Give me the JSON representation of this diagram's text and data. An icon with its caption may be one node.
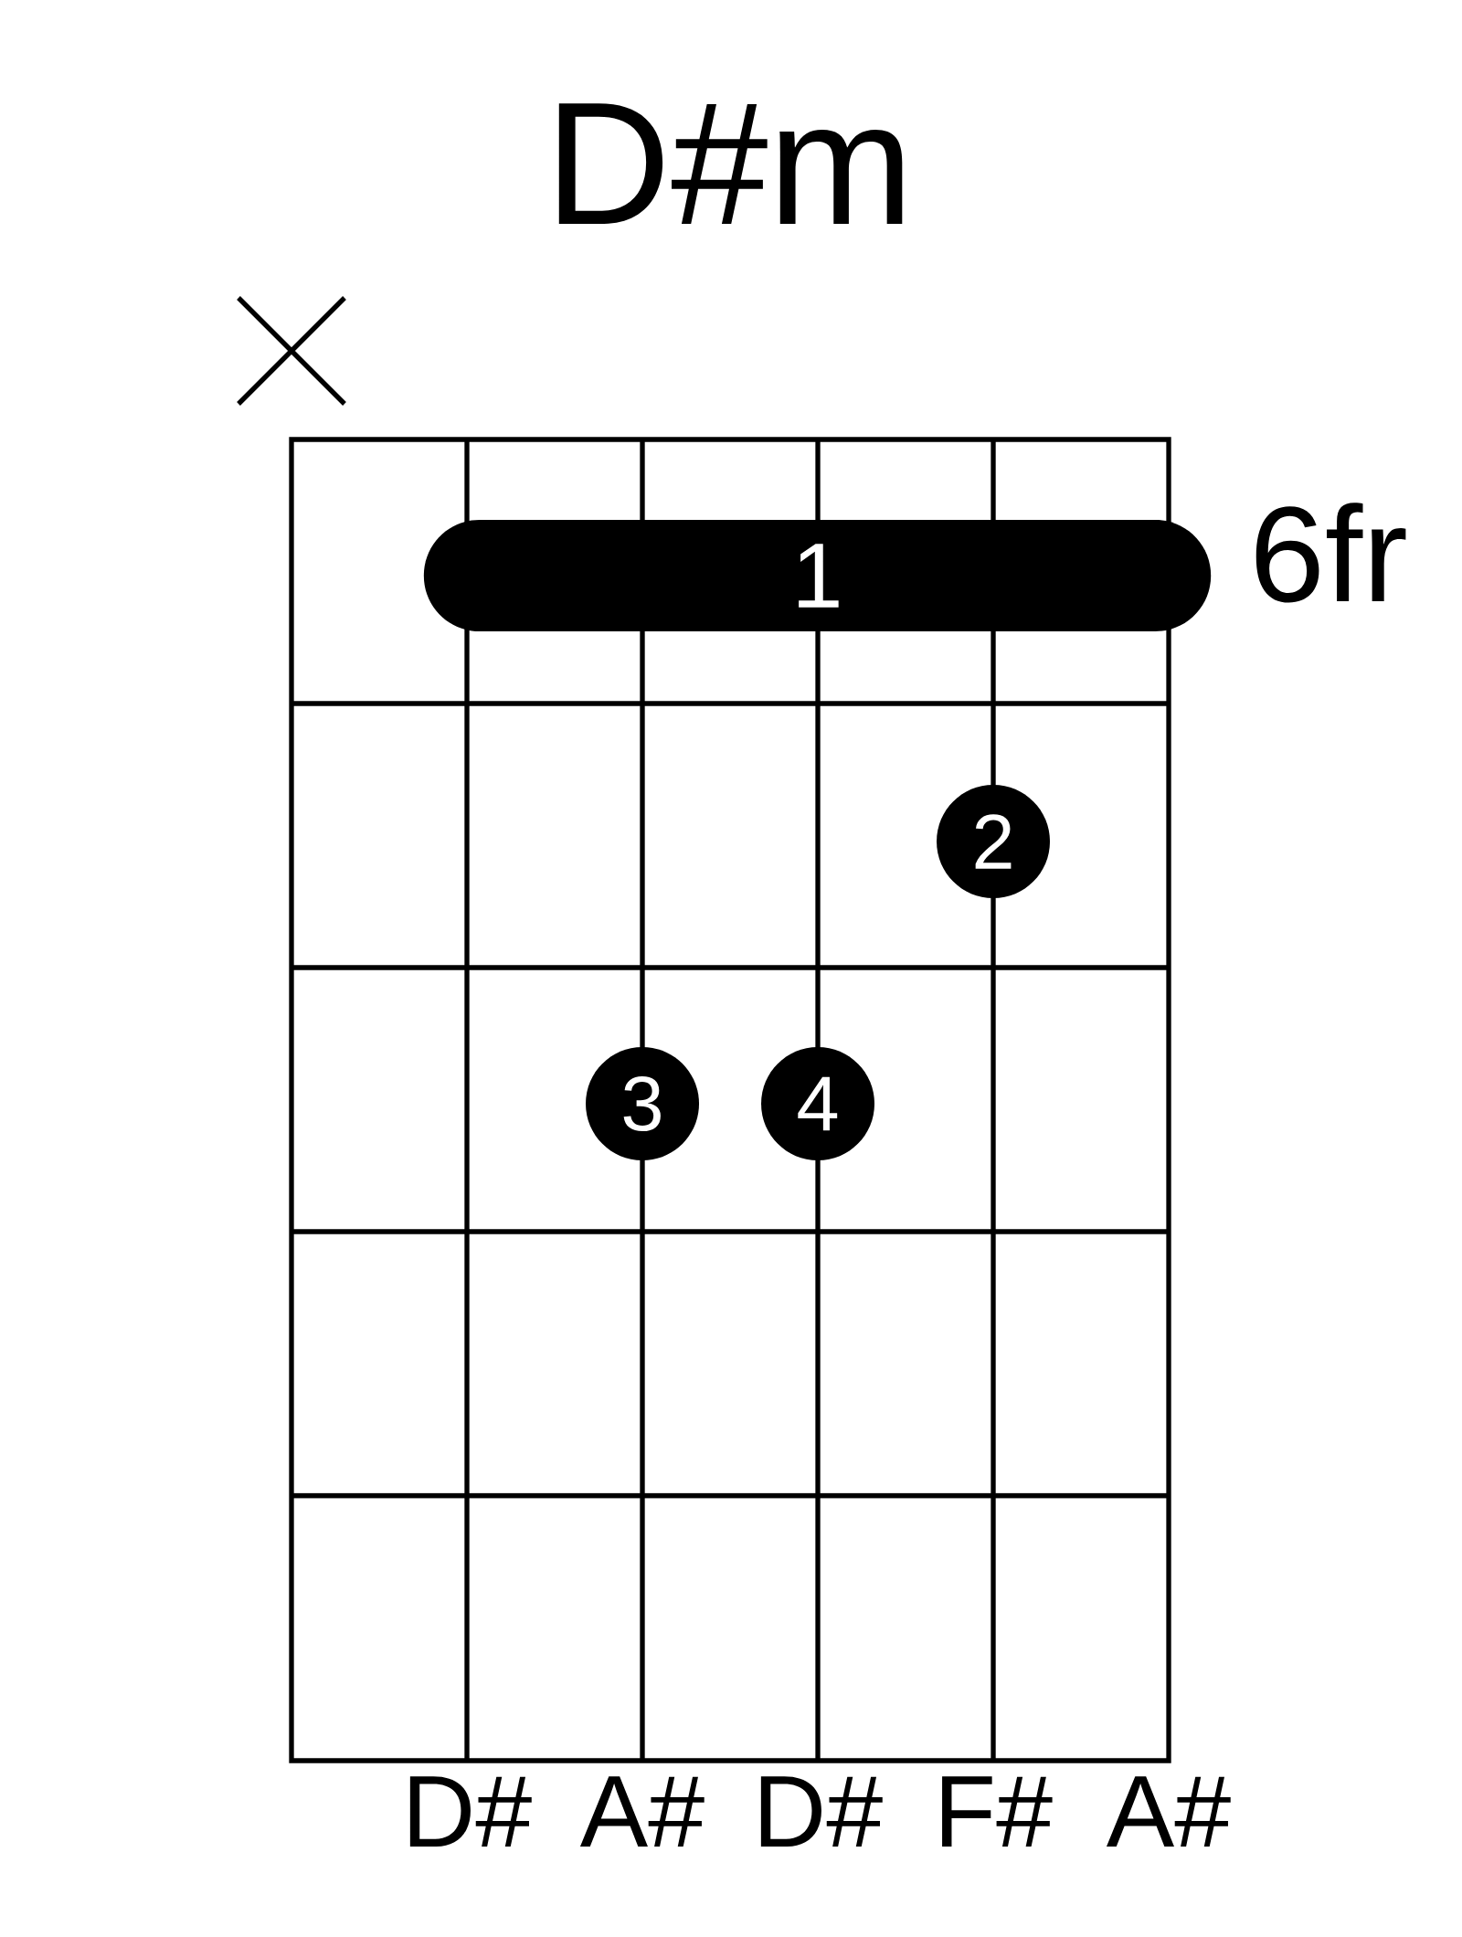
{
  "diagram": {
    "title": "D#m",
    "nodes": [
      {
        "text": [
          "1"
        ]
      },
      {
        "text": [
          "2"
        ]
      },
      {
        "text": [
          "3"
        ]
      },
      {
        "text": [
          "4"
        ]
      }
    ],
    "labels": [
      "6fr",
      "D#",
      "A#",
      "D#",
      "F#",
      "A#"
    ]
  }
}
